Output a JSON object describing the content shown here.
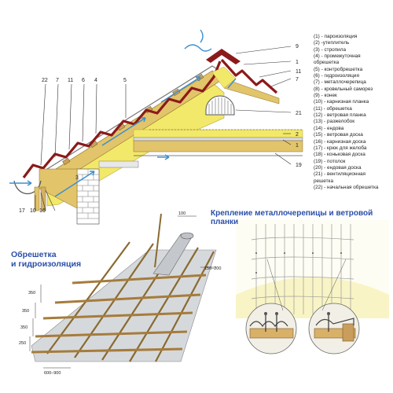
{
  "legend": [
    "(1) - пароизоляция",
    "(2) -утеплитель",
    "(3) - стропила",
    "(4) - промежуточная",
    "       обрешетка",
    "(5) - контробрешетка",
    "(6) - гидроизоляция",
    "(7) - металлочерепица",
    "(8) - кровельный саморез",
    "(9) - конек",
    "(10) - карнизная планка",
    "(11) - обрешетка",
    "(12) - ветровая планка",
    "(13) - разжелобок",
    "(14) - ендова",
    "(15) - ветровая доска",
    "(16) - карнизная доска",
    "(17) - крюк для желоба",
    "(18) - коньковая доска",
    "(19) - потолок",
    "(20) - ендовая доска",
    "(21) - вентиляционная",
    "         решетка",
    "(22) - начальная обрешетка"
  ],
  "callouts": {
    "c22": "22",
    "c7a": "7",
    "c11a": "11",
    "c6": "6",
    "c4": "4",
    "c5": "5",
    "c9": "9",
    "c1a": "1",
    "c11b": "11",
    "c7b": "7",
    "c21": "21",
    "c2": "2",
    "c1b": "1",
    "c19": "19",
    "c3": "3",
    "c17": "17",
    "c10": "10",
    "c16": "16"
  },
  "titles": {
    "fastening": "Крепление металлочерепицы и ветровой планки",
    "battens_line1": "Обрешетка",
    "battens_line2": "и гидроизоляция"
  },
  "dims": {
    "d100": "100",
    "d150": "150–200",
    "d350a": "350",
    "d350b": "350",
    "d350c": "350",
    "d250": "250",
    "d600": "600–900"
  },
  "colors": {
    "roof_red": "#8b1a1a",
    "wood": "#e8d27a",
    "insulation": "#f2e86a",
    "arrow_blue": "#3a8fd0",
    "title_blue": "#2a4fa8"
  }
}
